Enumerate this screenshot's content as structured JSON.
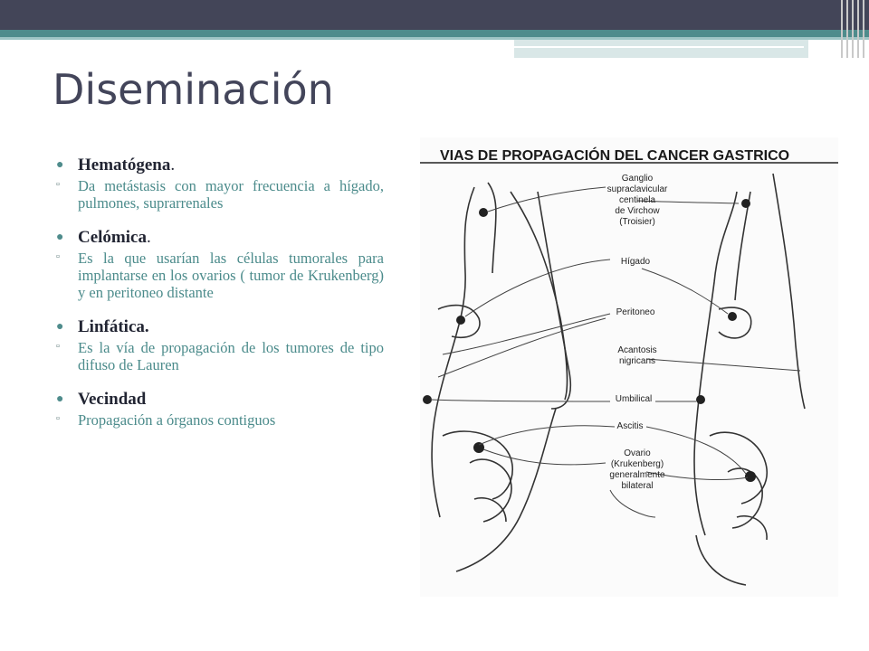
{
  "slide": {
    "title": "Diseminación"
  },
  "bullets": [
    {
      "heading": "Hematógena",
      "heading_suffix": ".",
      "detail": "Da metástasis con mayor frecuencia a hígado, pulmones, suprarrenales"
    },
    {
      "heading": "Celómica",
      "heading_suffix": ".",
      "detail": "Es la que usarían las células tumorales para implantarse en los ovarios ( tumor de Krukenberg) y en peritoneo distante"
    },
    {
      "heading": "Linfática.",
      "heading_suffix": "",
      "detail": "Es la vía de propagación de los tumores de tipo difuso de Lauren"
    },
    {
      "heading": "Vecindad",
      "heading_suffix": "",
      "detail": "Propagación a órganos contiguos"
    }
  ],
  "figure": {
    "title": "VIAS DE PROPAGACIÓN DEL CANCER GASTRICO",
    "labels": {
      "virchow": [
        "Ganglio",
        "supraclavicular",
        "centinela",
        "de Virchow",
        "(Troisier)"
      ],
      "higado": "Hígado",
      "peritoneo": "Peritoneo",
      "acantosis": [
        "Acantosis",
        "nigricans"
      ],
      "umbilical": "Umbilical",
      "ascitis": "Ascitis",
      "ovario": [
        "Ovario",
        "(Krukenberg)",
        "generalmente",
        "bilateral"
      ]
    }
  },
  "colors": {
    "header_dark": "#434558",
    "header_teal": "#4f8c8c",
    "sub_bullet_text": "#4b8b8b",
    "title_text": "#43455a"
  }
}
